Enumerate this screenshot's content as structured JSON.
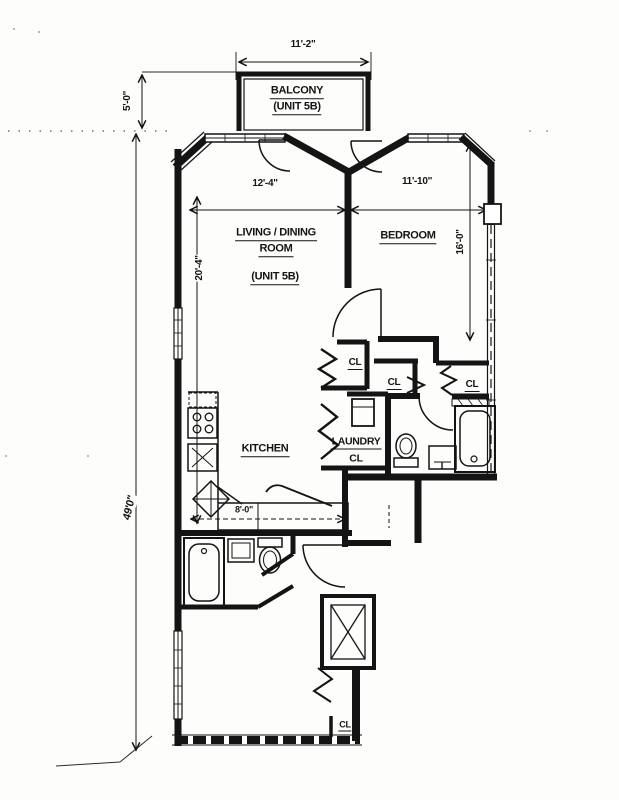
{
  "drawing": {
    "type": "apartment-floor-plan",
    "unit": "UNIT 5B",
    "ink_color": "#141414",
    "labels": {
      "balcony_1": "BALCONY",
      "balcony_2": "(UNIT 5B)",
      "living_1": "LIVING / DINING",
      "living_2": "ROOM",
      "living_3": "(UNIT 5B)",
      "bedroom": "BEDROOM",
      "kitchen": "KITCHEN",
      "laundry_1": "LAUNDRY",
      "laundry_2": "CL",
      "cl_mid_left": "CL",
      "cl_hall": "CL",
      "cl_bath": "CL",
      "cl_bottom": "CL"
    },
    "dims": {
      "balcony_w": "11'-2\"",
      "balcony_d": "5'-0\"",
      "living_w": "12'-4\"",
      "bedroom_w": "11'-10\"",
      "living_l": "20'-4\"",
      "bedroom_l": "16'-0\"",
      "total_l": "49'0\"",
      "kitchen_w": "8'-0\""
    }
  }
}
